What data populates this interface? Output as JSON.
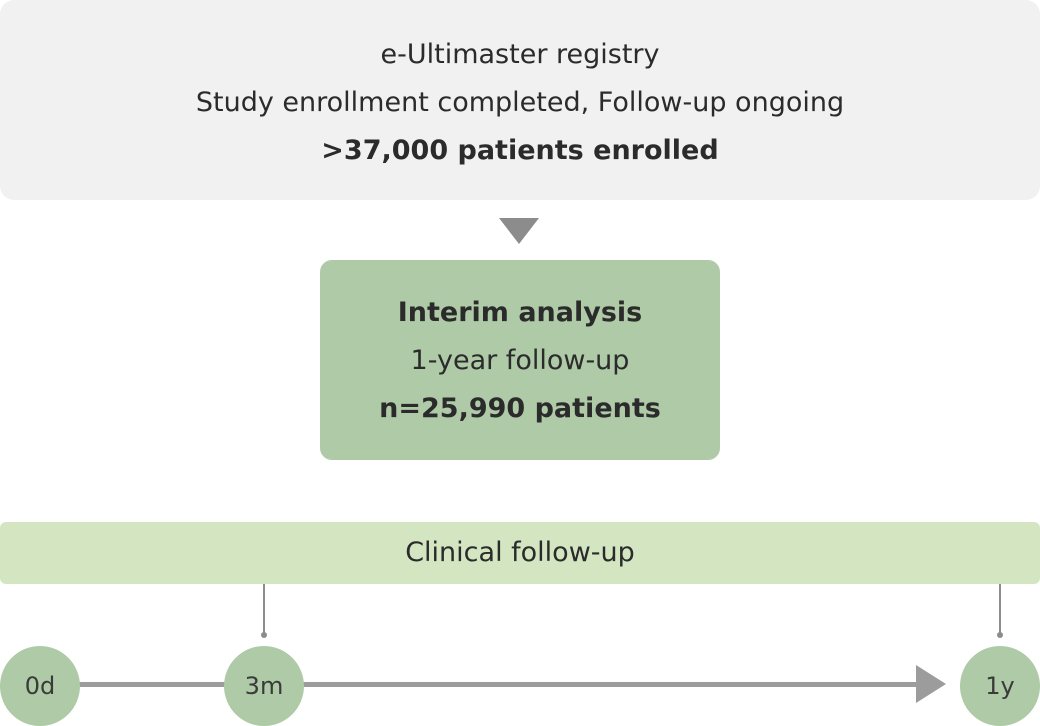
{
  "registry": {
    "title": "e-Ultimaster registry",
    "status": "Study enrollment completed, Follow-up ongoing",
    "count": ">37,000 patients enrolled"
  },
  "interim": {
    "title": "Interim analysis",
    "duration": "1-year follow-up",
    "count": "n=25,990 patients"
  },
  "followup": {
    "label": "Clinical follow-up"
  },
  "timeline": {
    "milestones": [
      "0d",
      "3m",
      "1y"
    ]
  },
  "colors": {
    "registry_bg": "#f1f1f1",
    "interim_bg": "#aecaa7",
    "followup_bg": "#d3e6c1",
    "milestone_bg": "#aecaa7",
    "arrow": "#8c8c8c"
  }
}
